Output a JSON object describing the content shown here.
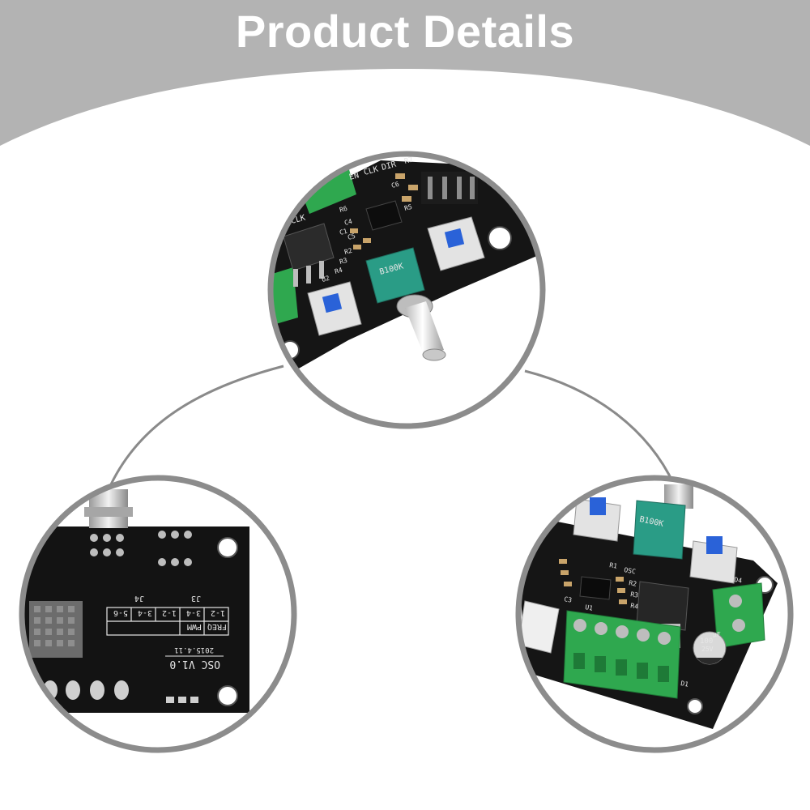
{
  "header": {
    "title": "Product Details"
  },
  "colors": {
    "banner": "#b5b5b5",
    "ring": "#8c8c8c",
    "pcb": "#151515",
    "terminal_green": "#2fa84f",
    "potentiometer_teal": "#2a9c86",
    "button_blue": "#2a62d8"
  },
  "top_board": {
    "silkscreen": [
      "EN",
      "CLK",
      "DIR",
      "R7",
      "CLK",
      "C6",
      "C4",
      "C5",
      "R2",
      "R3",
      "R4",
      "U2",
      "R6",
      "R5",
      "C1"
    ],
    "pot_marking": "B100K"
  },
  "left_board": {
    "table_headers": [
      "FREQ",
      "PWM"
    ],
    "table_row1": [
      "1-2",
      "3-4",
      "1-2",
      "3-4",
      "5-6"
    ],
    "table_row2": [
      "J3",
      "J4"
    ],
    "date": "2015.4.11",
    "model": "OSC V1.0"
  },
  "right_board": {
    "pot_marking": "B100K",
    "capacitor": [
      "100",
      "25V",
      "μF"
    ],
    "silkscreen": [
      "R1",
      "C3",
      "U1",
      "R2",
      "R3",
      "R4",
      "OSC",
      "D1",
      "D4"
    ]
  }
}
